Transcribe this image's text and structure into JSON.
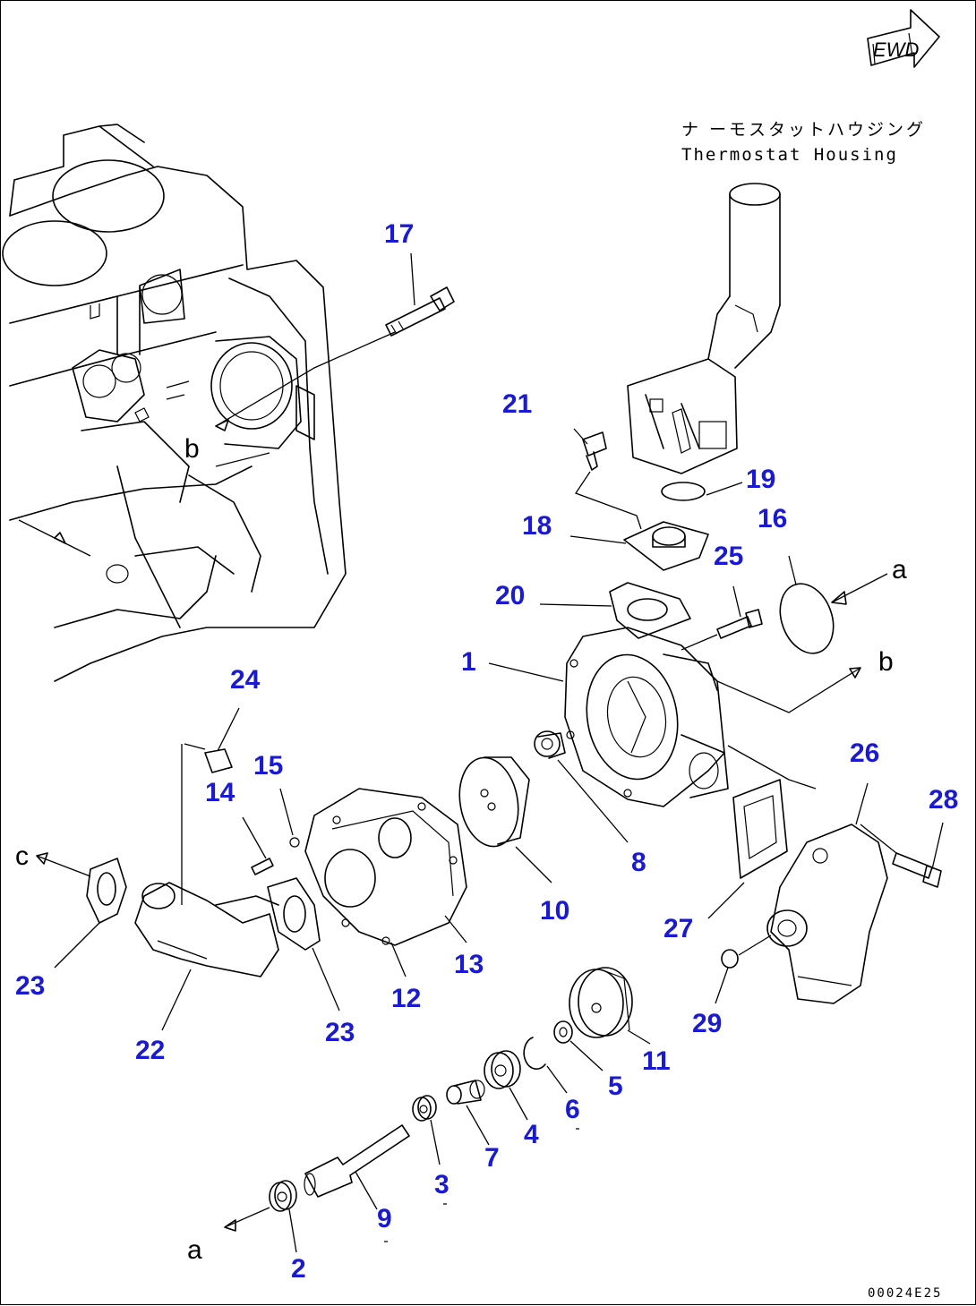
{
  "diagram": {
    "thermostat_label_jp": "ナ ーモスタットハウジング",
    "thermostat_label_en": "Thermostat Housing",
    "compass_label": "EWD",
    "drawing_code": "00024E25",
    "ref_letters": {
      "a1": "a",
      "a2": "a",
      "b": "b",
      "c": "c",
      "b_upper": "b"
    },
    "callouts": {
      "p1": "1",
      "p2": "2",
      "p3": "3",
      "p4": "4",
      "p5": "5",
      "p6": "6",
      "p7": "7",
      "p8": "8",
      "p9": "9",
      "p10": "10",
      "p11": "11",
      "p12": "12",
      "p13": "13",
      "p14": "14",
      "p15": "15",
      "p16": "16",
      "p17": "17",
      "p18": "18",
      "p19": "19",
      "p20": "20",
      "p21": "21",
      "p22": "22",
      "p23a": "23",
      "p23b": "23",
      "p24": "24",
      "p25": "25",
      "p26": "26",
      "p27": "27",
      "p28": "28",
      "p29": "29"
    }
  }
}
